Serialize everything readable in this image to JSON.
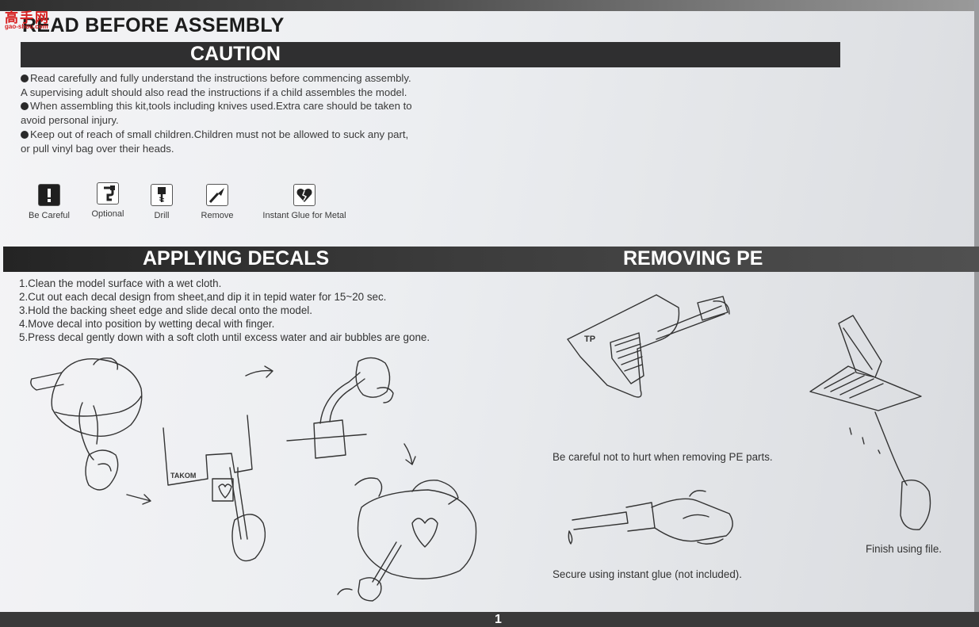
{
  "watermark": {
    "logo": "高手网",
    "url": "gao-shou.com"
  },
  "title": "READ BEFORE ASSEMBLY",
  "caution": {
    "heading": "CAUTION",
    "lines": [
      "Read carefully and fully understand the instructions before commencing assembly.",
      "A supervising adult should also read the instructions if a child assembles the model.",
      "When assembling this kit,tools including knives used.Extra care should be taken to",
      "avoid personal injury.",
      "Keep out of reach of small children.Children must not be allowed to suck any part,",
      "or pull vinyl bag over their heads."
    ],
    "icons": [
      {
        "label": "Be Careful",
        "icon": "exclamation-icon"
      },
      {
        "label": "Optional",
        "icon": "optional-icon"
      },
      {
        "label": "Drill",
        "icon": "drill-icon"
      },
      {
        "label": "Remove",
        "icon": "knife-icon"
      },
      {
        "label": "Instant Glue for Metal",
        "icon": "broken-heart-icon"
      }
    ]
  },
  "decals": {
    "heading": "APPLYING DECALS",
    "steps": [
      "1.Clean the model surface with a wet cloth.",
      "2.Cut out each decal design from sheet,and dip it in tepid water for 15~20 sec.",
      "3.Hold the backing sheet edge and slide decal onto the model.",
      "4.Move decal into position by wetting decal with finger.",
      "5.Press decal gently down with a soft cloth until excess water and air bubbles are gone."
    ],
    "sheet_label": "TAKOM"
  },
  "pe": {
    "heading": "REMOVING PE",
    "sprue_label": "TP",
    "caption_remove": "Be careful not to hurt when removing PE parts.",
    "caption_glue": "Secure using instant glue (not included).",
    "caption_file": "Finish using file."
  },
  "page_number": "1"
}
